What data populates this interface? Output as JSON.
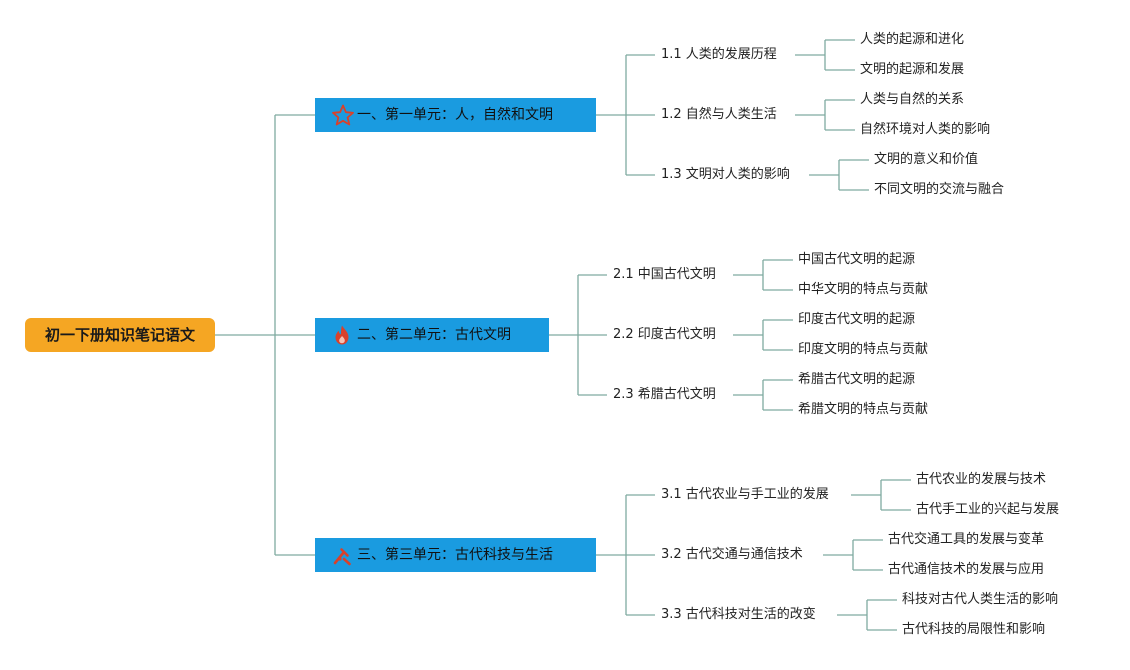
{
  "root": {
    "label": "初一下册知识笔记语文"
  },
  "units": [
    {
      "icon": "star-icon",
      "label": "一、第一单元：人，自然和文明",
      "sections": [
        {
          "label": "1.1 人类的发展历程",
          "leaves": [
            "人类的起源和进化",
            "文明的起源和发展"
          ]
        },
        {
          "label": "1.2 自然与人类生活",
          "leaves": [
            "人类与自然的关系",
            "自然环境对人类的影响"
          ]
        },
        {
          "label": "1.3 文明对人类的影响",
          "leaves": [
            "文明的意义和价值",
            "不同文明的交流与融合"
          ]
        }
      ]
    },
    {
      "icon": "fire-icon",
      "label": "二、第二单元：古代文明",
      "sections": [
        {
          "label": "2.1 中国古代文明",
          "leaves": [
            "中国古代文明的起源",
            "中华文明的特点与贡献"
          ]
        },
        {
          "label": "2.2 印度古代文明",
          "leaves": [
            "印度古代文明的起源",
            "印度文明的特点与贡献"
          ]
        },
        {
          "label": "2.3 希腊古代文明",
          "leaves": [
            "希腊古代文明的起源",
            "希腊文明的特点与贡献"
          ]
        }
      ]
    },
    {
      "icon": "tools-icon",
      "label": "三、第三单元：古代科技与生活",
      "sections": [
        {
          "label": "3.1 古代农业与手工业的发展",
          "leaves": [
            "古代农业的发展与技术",
            "古代手工业的兴起与发展"
          ]
        },
        {
          "label": "3.2 古代交通与通信技术",
          "leaves": [
            "古代交通工具的发展与变革",
            "古代通信技术的发展与应用"
          ]
        },
        {
          "label": "3.3 古代科技对生活的改变",
          "leaves": [
            "科技对古代人类生活的影响",
            "古代科技的局限性和影响"
          ]
        }
      ]
    }
  ],
  "colors": {
    "root": "#f5a623",
    "unit": "#1a9be0",
    "line": "#7faaa0",
    "icon": "#d9412b"
  }
}
